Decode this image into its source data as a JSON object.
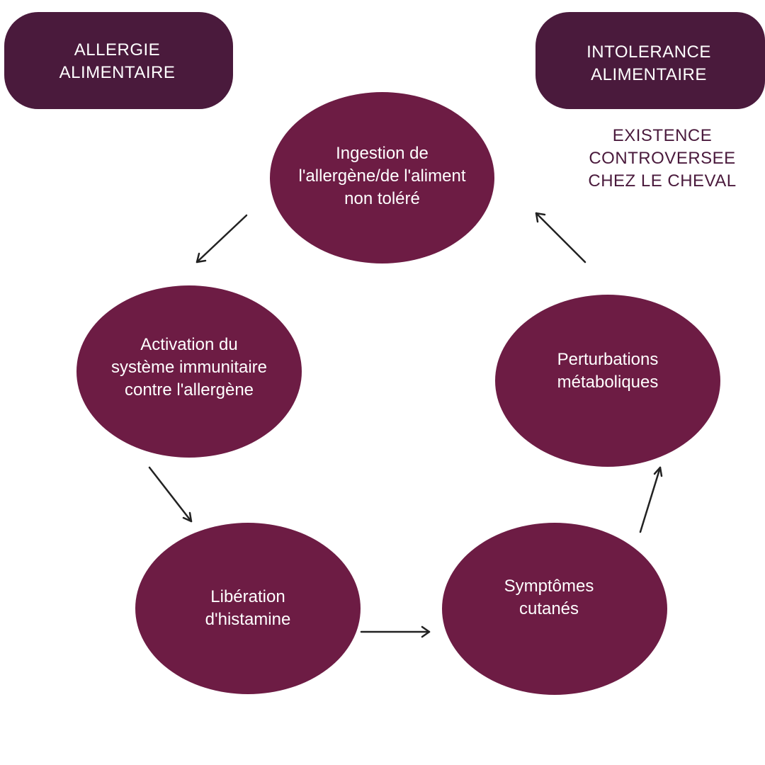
{
  "labels": {
    "allergie": [
      "ALLERGIE",
      "ALIMENTAIRE"
    ],
    "intolerance": [
      "INTOLERANCE",
      "ALIMENTAIRE"
    ],
    "note": [
      "EXISTENCE",
      "CONTROVERSEE",
      "CHEZ LE CHEVAL"
    ]
  },
  "nodes": {
    "ingestion": [
      "Ingestion de",
      "l'allergène/de l'aliment",
      "non toléré"
    ],
    "activation": [
      "Activation du",
      "système immunitaire",
      "contre l'allergène"
    ],
    "liberation": [
      "Libération",
      "d'histamine"
    ],
    "symptomes": [
      "Symptômes",
      "cutanés"
    ],
    "perturbations": [
      "Perturbations",
      "métaboliques"
    ]
  },
  "colors": {
    "label_box": "#4a1a3c",
    "node": "#6d1c44",
    "note_text": "#4a1a3c",
    "arrow": "#222222"
  }
}
